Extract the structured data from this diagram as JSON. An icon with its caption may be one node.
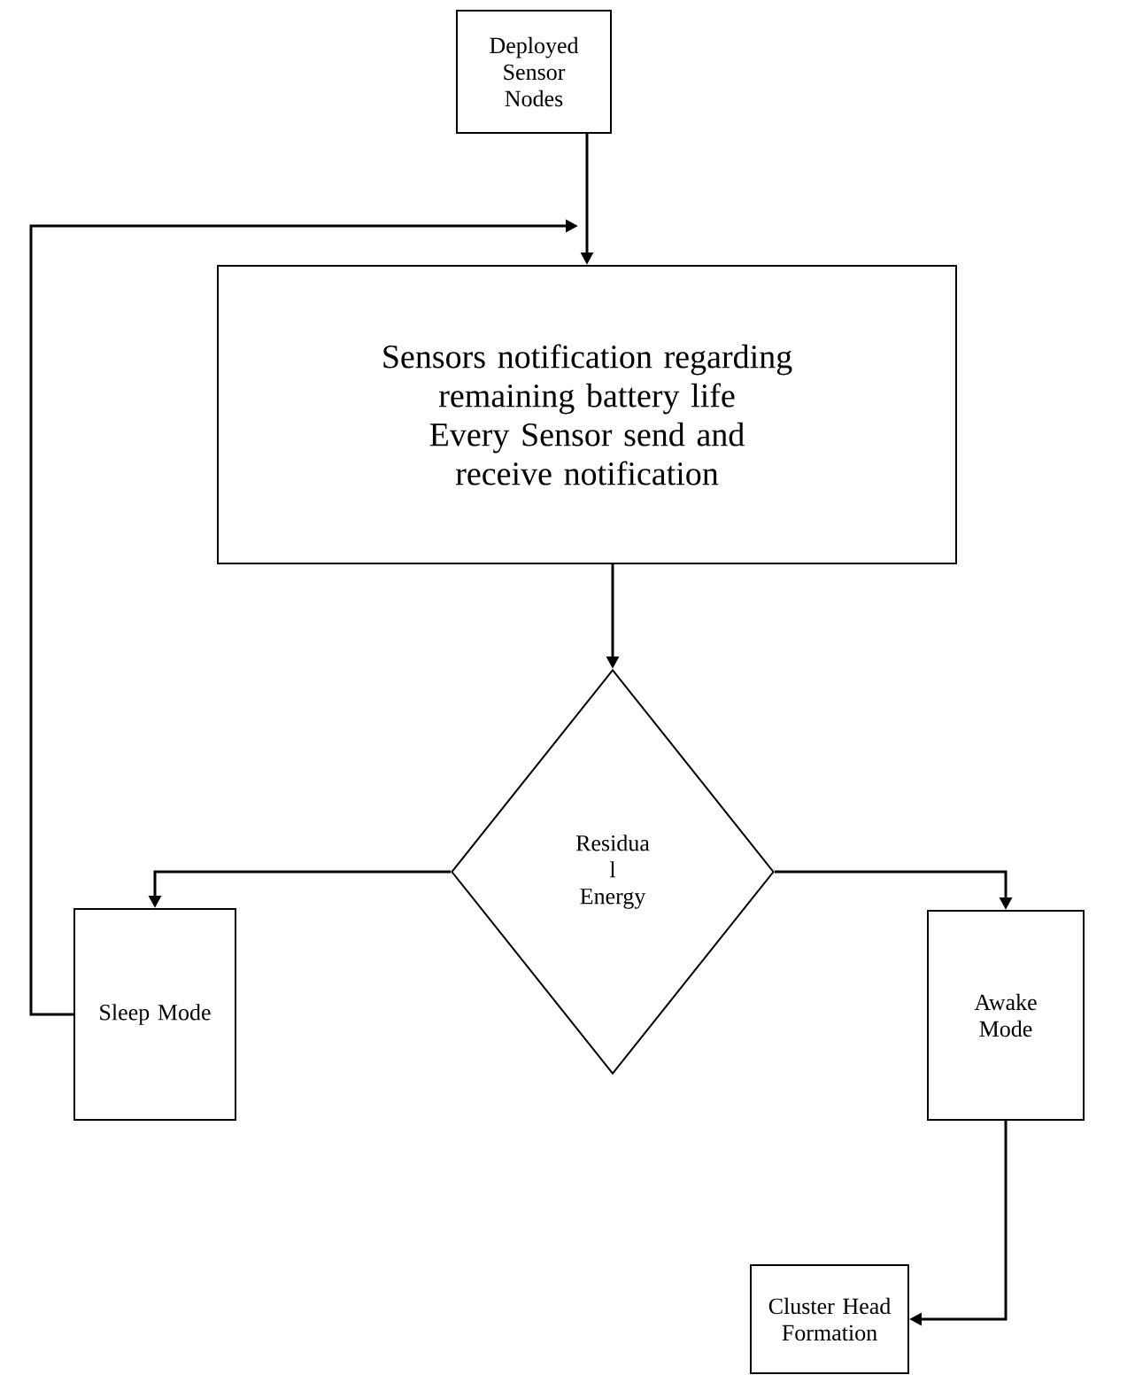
{
  "diagram": {
    "nodes": [
      {
        "text": [
          "Deployed Sensor Nodes"
        ]
      },
      {
        "text": [
          "Sensors notification regarding remaining battery life",
          "Every Sensor send and receive notification"
        ]
      },
      {
        "text": [
          "Residua l Energy"
        ]
      },
      {
        "text": [
          "Sleep Mode"
        ]
      },
      {
        "text": [
          "Awake Mode"
        ]
      },
      {
        "text": [
          "Cluster Head Formation"
        ]
      }
    ],
    "edges": [
      {
        "from": 0,
        "to": 1,
        "arrow": "to"
      },
      {
        "from": 1,
        "to": 2,
        "arrow": "to"
      },
      {
        "from": 2,
        "to": 3,
        "arrow": "to"
      },
      {
        "from": 2,
        "to": 4,
        "arrow": "to"
      },
      {
        "from": 3,
        "to": 1,
        "arrow": "to"
      },
      {
        "from": 4,
        "to": 5,
        "arrow": "to"
      }
    ]
  }
}
